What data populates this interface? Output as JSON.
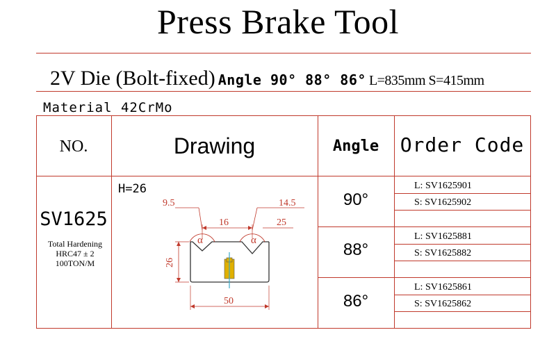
{
  "title": "Press Brake Tool",
  "subtitle": {
    "die": "2V Die (Bolt-fixed)",
    "angles": "Angle 90° 88° 86°",
    "dims": "L=835mm S=415mm"
  },
  "material": "Material 42CrMo",
  "headers": {
    "no": "NO.",
    "drawing": "Drawing",
    "angle": "Angle",
    "order_code": "Order Code"
  },
  "product": {
    "model": "SV1625",
    "specs": [
      "Total Hardening",
      "HRC47 ± 2",
      "100TON/M"
    ],
    "height": "H=26"
  },
  "drawing_labels": {
    "w1": "9.5",
    "w2": "14.5",
    "pitch": "16",
    "span": "25",
    "height": "26",
    "width": "50",
    "alpha": "α"
  },
  "rows": [
    {
      "angle": "90°",
      "codes": [
        "L: SV1625901",
        "S: SV1625902"
      ]
    },
    {
      "angle": "88°",
      "codes": [
        "L: SV1625881",
        "S: SV1625882"
      ]
    },
    {
      "angle": "86°",
      "codes": [
        "L: SV1625861",
        "S: SV1625862"
      ]
    }
  ],
  "colors": {
    "line": "#c0392b",
    "drawing_line": "#333333",
    "slot": "#e0b000",
    "slot_center": "#3aa9c7"
  }
}
